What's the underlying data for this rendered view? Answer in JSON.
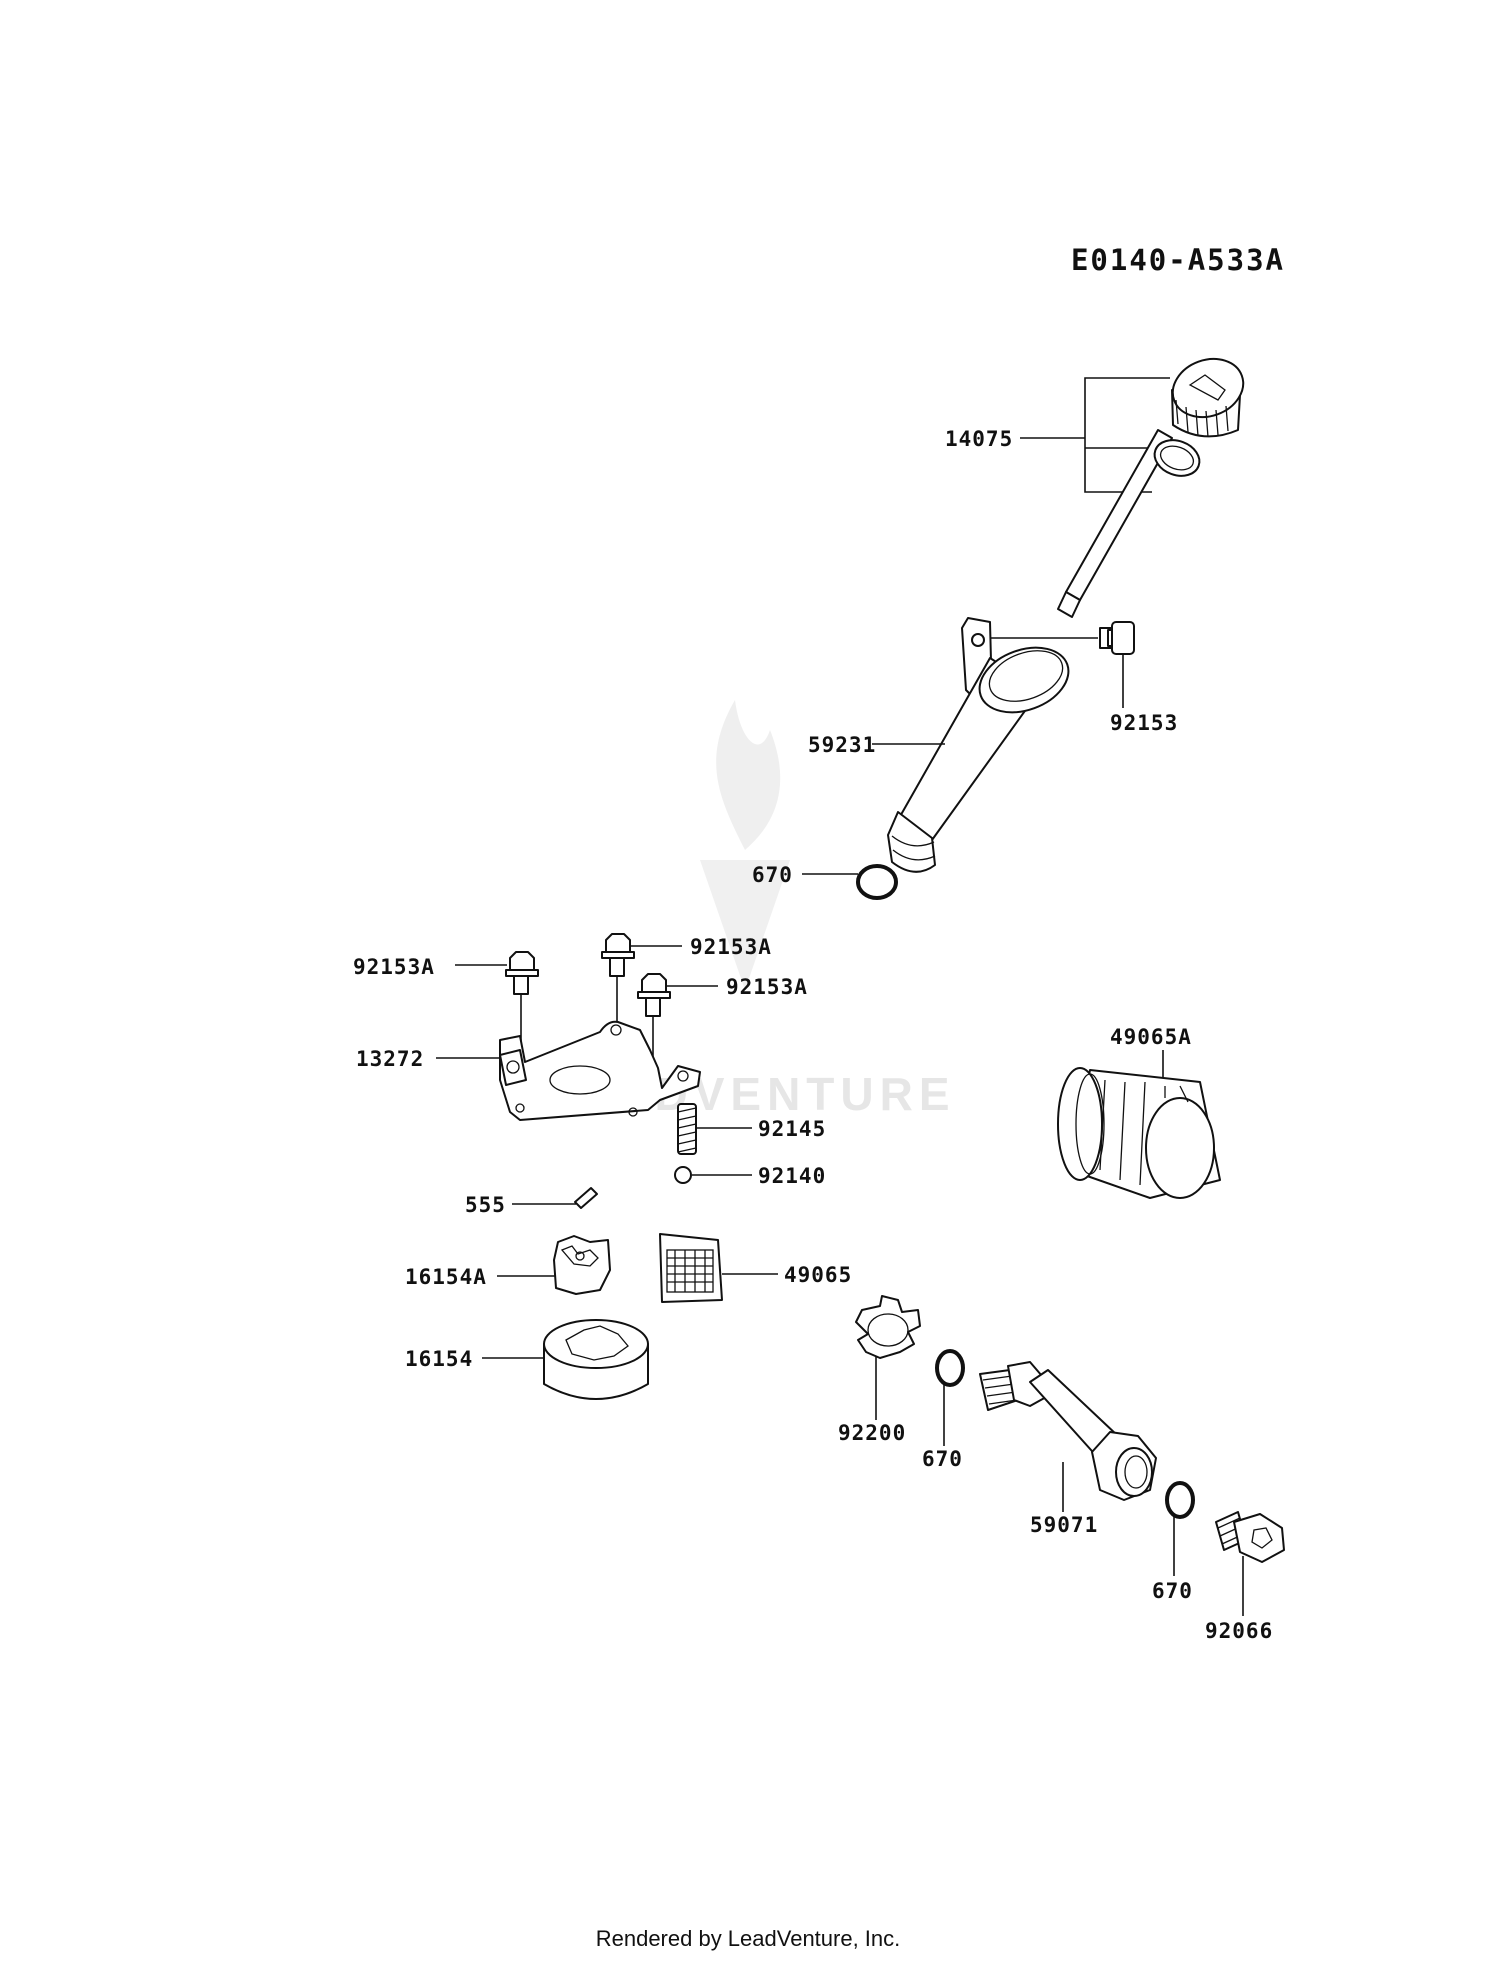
{
  "diagram_code": "E0140-A533A",
  "footer": "Rendered by LeadVenture, Inc.",
  "watermark": "LEADVENTURE",
  "parts": {
    "p14075": "14075",
    "p92153": "92153",
    "p59231": "59231",
    "p670_a": "670",
    "p92153A_a": "92153A",
    "p92153A_b": "92153A",
    "p92153A_c": "92153A",
    "p13272": "13272",
    "p49065A": "49065A",
    "p92145": "92145",
    "p92140": "92140",
    "p555": "555",
    "p16154A": "16154A",
    "p49065": "49065",
    "p16154": "16154",
    "p92200": "92200",
    "p670_b": "670",
    "p59071": "59071",
    "p670_c": "670",
    "p92066": "92066"
  }
}
